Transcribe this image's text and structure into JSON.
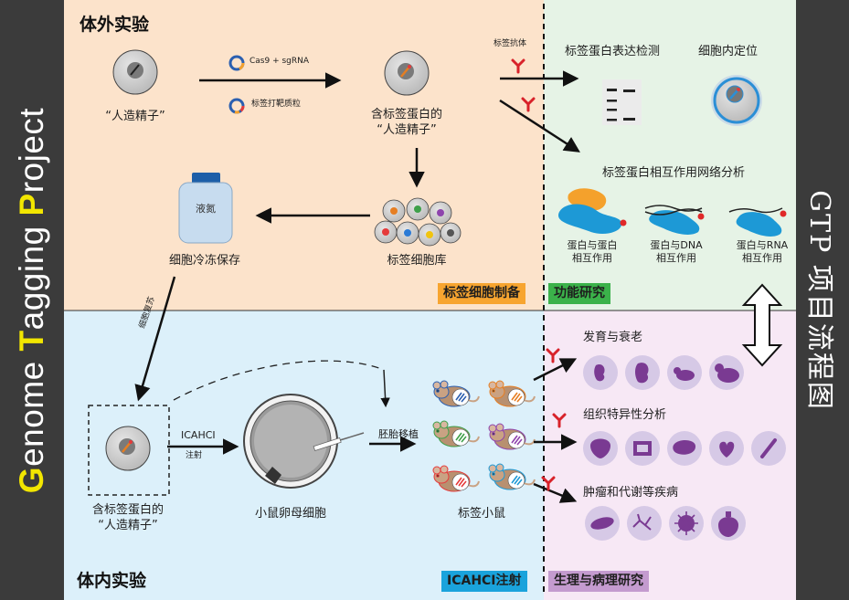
{
  "colors": {
    "dark_band": "#3b3b3b",
    "highlight_yellow": "#f2e600",
    "in_vitro_bg": "#fce3cb",
    "functional_bg": "#e6f3e6",
    "in_vivo_bg": "#dcf0fa",
    "physiology_bg": "#f7e8f5",
    "badge_orange": "#f7a530",
    "badge_green": "#3bb24a",
    "badge_blue": "#1aa3dc",
    "badge_purple": "#c49bcf",
    "antibody_red": "#d8222a",
    "icon_purple": "#7a3a92",
    "icon_circle": "#d6c9e6"
  },
  "side": {
    "project_name": "Genome Tagging Project",
    "flow_title": "GTP 项目流程图"
  },
  "in_vitro": {
    "title": "体外实验",
    "sperm_label": "“人造精子”",
    "cas9_label": "Cas9 + sgRNA",
    "plasmid_label": "标签打靶质粒",
    "tagged_sperm_label": [
      "含标签蛋白的",
      "“人造精子”"
    ],
    "antibody_label": "标签抗体",
    "cell_library_label": "标签细胞库",
    "nitrogen_label": "液氮",
    "cryo_label": "细胞冷冻保存",
    "section_badge": "标签细胞制备"
  },
  "function": {
    "expression_label": "标签蛋白表达检测",
    "localization_label": "细胞内定位",
    "network_label": "标签蛋白相互作用网络分析",
    "interactions": [
      [
        "蛋白与蛋白",
        "相互作用"
      ],
      [
        "蛋白与DNA",
        "相互作用"
      ],
      [
        "蛋白与RNA",
        "相互作用"
      ]
    ],
    "section_badge": "功能研究"
  },
  "in_vivo": {
    "title": "体内实验",
    "revive_label": "细胞复苏",
    "tagged_sperm_label": [
      "含标签蛋白的",
      "“人造精子”"
    ],
    "icahci_label": "ICAHCI",
    "inject_label": "注射",
    "oocyte_label": "小鼠卵母细胞",
    "transfer_label": "胚胎移植",
    "mice_label": "标签小鼠",
    "section_badge": "ICAHCI注射"
  },
  "physiology": {
    "development_label": "发育与衰老",
    "tissue_label": "组织特异性分析",
    "disease_label": "肿瘤和代谢等疾病",
    "section_badge": "生理与病理研究"
  }
}
